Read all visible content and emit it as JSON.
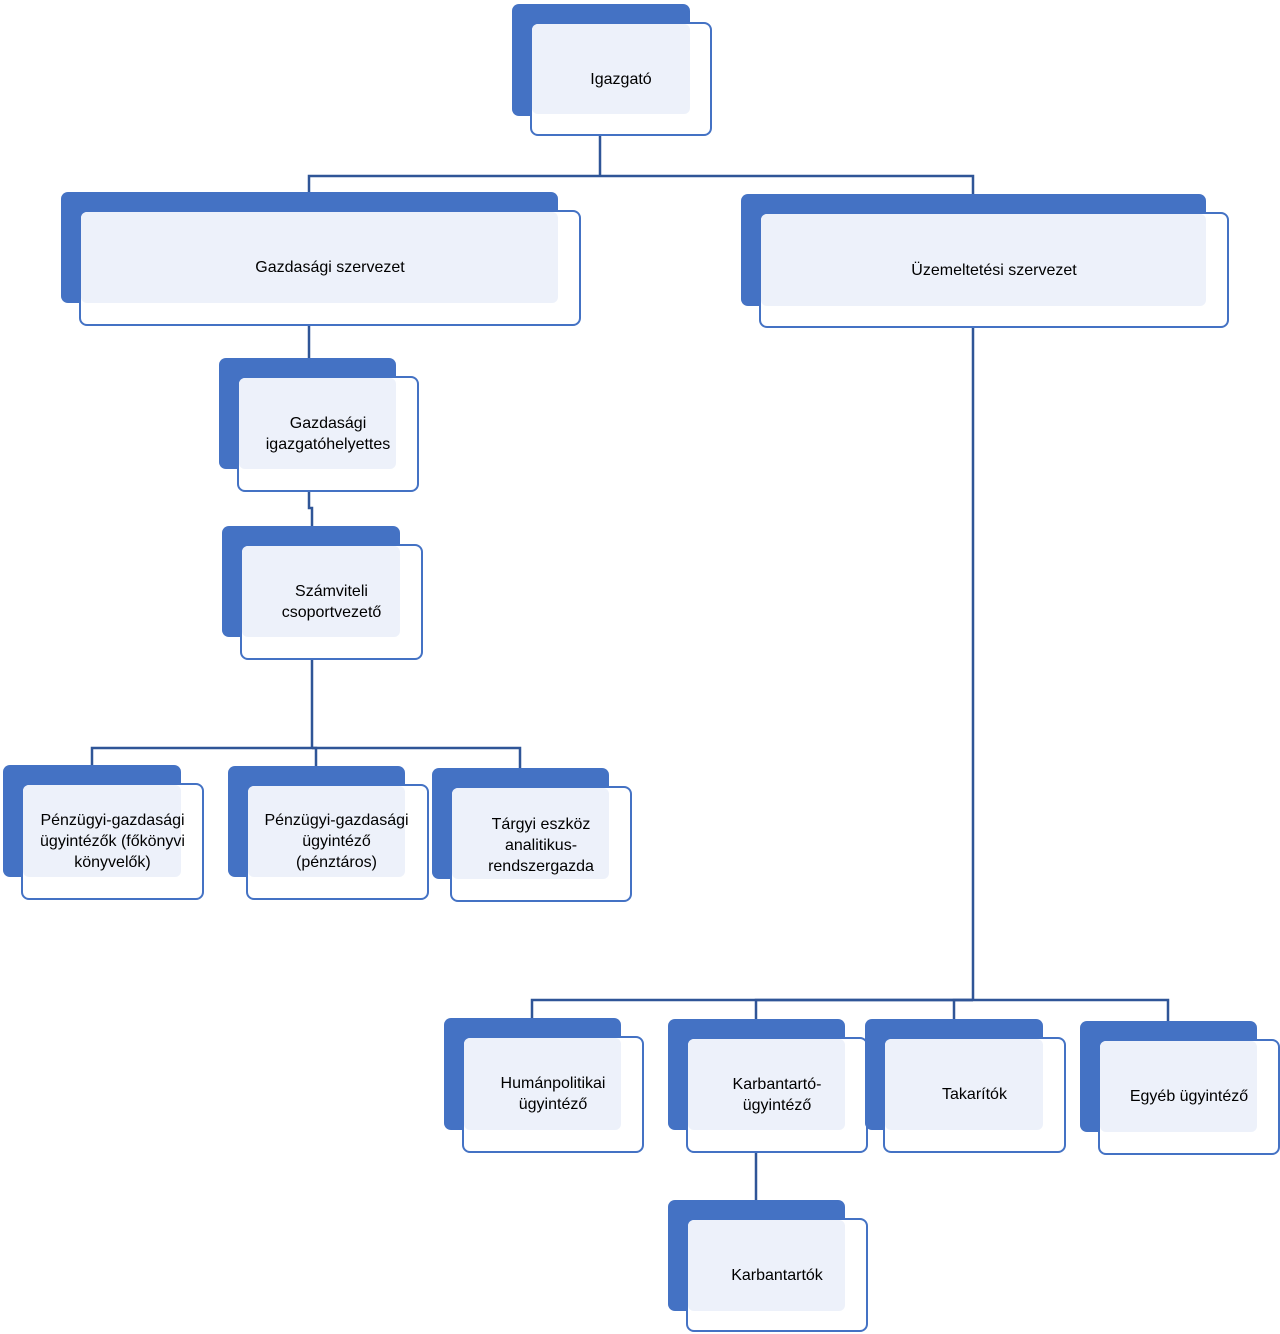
{
  "colors": {
    "accent": "#4472c4",
    "fill": "#edf1fa",
    "connector": "#2f5597"
  },
  "diagram": {
    "nodes": {
      "igazgato": "Igazgató",
      "gazdasagi_szervezet": "Gazdasági szervezet",
      "uzemeltetesi_szervezet": "Üzemeltetési szervezet",
      "gazdasagi_igazgatohelyettes": "Gazdasági\nigazgatóhelyettes",
      "szamviteli_csoportvezeto": "Számviteli\ncsoportvezető",
      "penzugyi_fokonyvi": "Pénzügyi-gazdasági\nügyintézők (főkönyvi\nkönyvelők)",
      "penzugyi_penztaros": "Pénzügyi-gazdasági\nügyintéző\n(pénztáros)",
      "targyi_eszkoz": "Tárgyi eszköz\nanalitikus-\nrendszergazda",
      "humanpolitikai": "Humánpolitikai\nügyintéző",
      "karbantarto_ugyintezo": "Karbantartó-\nügyintéző",
      "takaritok": "Takarítók",
      "egyeb_ugyintezo": "Egyéb ügyintéző",
      "karbantartok": "Karbantartók"
    }
  }
}
